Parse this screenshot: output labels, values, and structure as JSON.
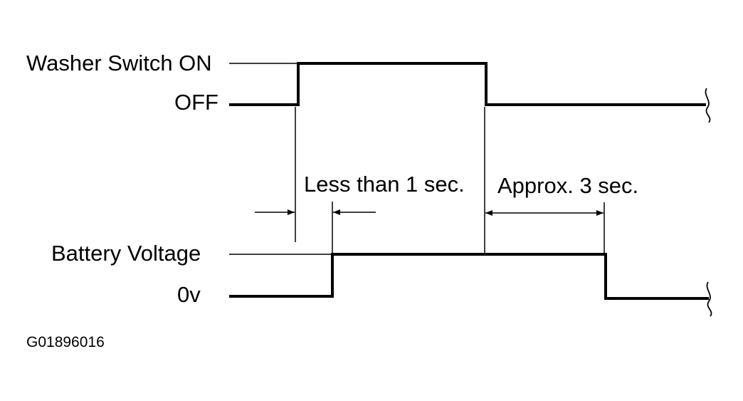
{
  "diagram": {
    "signals": {
      "washer": {
        "on_label": "Washer Switch ON",
        "off_label": "OFF"
      },
      "output": {
        "high_label": "Battery Voltage",
        "low_label": "0v"
      }
    },
    "annotations": {
      "delay_on": "Less than 1 sec.",
      "delay_off": "Approx. 3 sec."
    },
    "figure_code": "G01896016",
    "colors": {
      "line": "#000000",
      "background": "#ffffff"
    }
  }
}
